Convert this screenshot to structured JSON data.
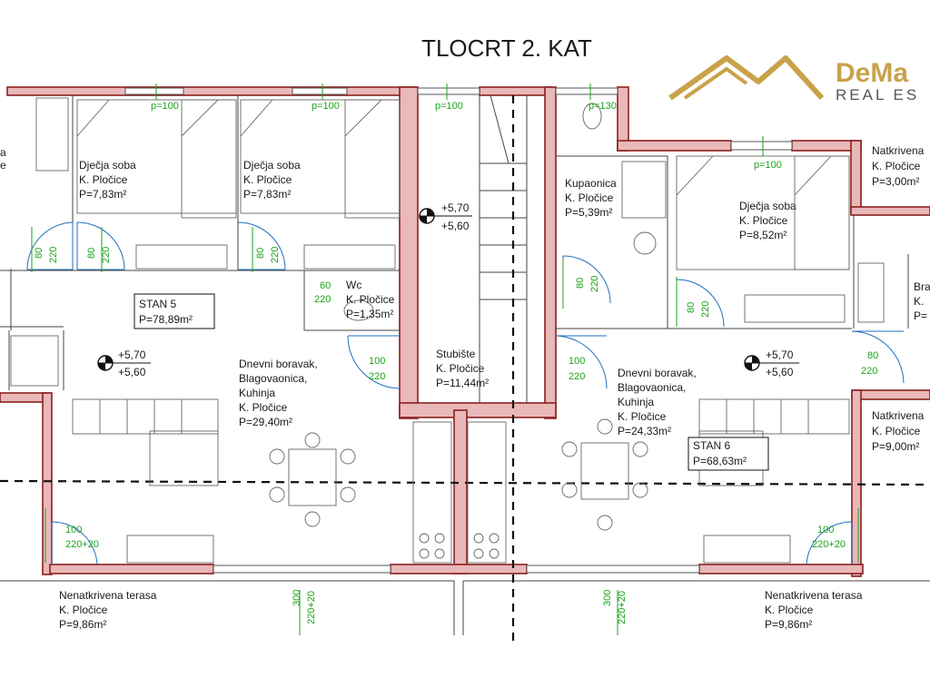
{
  "title": "TLOCRT 2. KAT",
  "logo": {
    "brand": "DeMa",
    "tagline": "REAL ES"
  },
  "colors": {
    "wall_fill": "#e9b8b8",
    "wall_stroke": "#8a1f1f",
    "dimension": "#1aa31a",
    "logo": "#c9a24a"
  },
  "apartments": [
    {
      "id": "stan5",
      "name": "STAN 5",
      "area": "P=78,89m²"
    },
    {
      "id": "stan6",
      "name": "STAN 6",
      "area": "P=68,63m²"
    }
  ],
  "rooms": [
    {
      "id": "left-edge-room",
      "lines": [
        "a",
        "e"
      ]
    },
    {
      "id": "djecja-soba-1",
      "lines": [
        "Dječja soba",
        "K. Pločice",
        "P=7,83m²"
      ]
    },
    {
      "id": "djecja-soba-2",
      "lines": [
        "Dječja soba",
        "K. Pločice",
        "P=7,83m²"
      ]
    },
    {
      "id": "wc",
      "lines": [
        "Wc",
        "K. Pločice",
        "P=1,35m²"
      ]
    },
    {
      "id": "dnevni-boravak-5",
      "lines": [
        "Dnevni boravak,",
        "Blagovaonica,",
        "Kuhinja",
        "K. Pločice",
        "P=29,40m²"
      ]
    },
    {
      "id": "stubiste",
      "lines": [
        "Stubište",
        "K. Pločice",
        "P=11,44m²"
      ]
    },
    {
      "id": "kupaonica",
      "lines": [
        "Kupaonica",
        "K. Pločice",
        "P=5,39m²"
      ]
    },
    {
      "id": "djecja-soba-3",
      "lines": [
        "Dječja soba",
        "K. Pločice",
        "P=8,52m²"
      ]
    },
    {
      "id": "natkrivena-1",
      "lines": [
        "Natkrivena",
        "K. Pločice",
        "P=3,00m²"
      ]
    },
    {
      "id": "bra",
      "lines": [
        "Bra",
        "K.",
        "P="
      ]
    },
    {
      "id": "dnevni-boravak-6",
      "lines": [
        "Dnevni boravak,",
        "Blagovaonica,",
        "Kuhinja",
        "K. Pločice",
        "P=24,33m²"
      ]
    },
    {
      "id": "natkrivena-2",
      "lines": [
        "Natkrivena",
        "K. Pločice",
        "P=9,00m²"
      ]
    },
    {
      "id": "terasa-left",
      "lines": [
        "Nenatkrivena terasa",
        "K. Pločice",
        "P=9,86m²"
      ]
    },
    {
      "id": "terasa-right",
      "lines": [
        "Nenatkrivena terasa",
        "K. Pločice",
        "P=9,86m²"
      ]
    }
  ],
  "levels": [
    {
      "id": "lvl-stair",
      "top": "+5,70",
      "bottom": "+5,60"
    },
    {
      "id": "lvl-stan5",
      "top": "+5,70",
      "bottom": "+5,60"
    },
    {
      "id": "lvl-stan6",
      "top": "+5,70",
      "bottom": "+5,60"
    }
  ],
  "dimensions": [
    {
      "id": "p100-a",
      "text": "p=100"
    },
    {
      "id": "p100-b",
      "text": "p=100"
    },
    {
      "id": "p100-c",
      "text": "p=100"
    },
    {
      "id": "p130",
      "text": "p=130"
    },
    {
      "id": "p100-d",
      "text": "p=100"
    },
    {
      "id": "d80-1",
      "text": "80"
    },
    {
      "id": "d220-1",
      "text": "220"
    },
    {
      "id": "d80-2",
      "text": "80"
    },
    {
      "id": "d220-2",
      "text": "220"
    },
    {
      "id": "d80-3",
      "text": "80"
    },
    {
      "id": "d220-3",
      "text": "220"
    },
    {
      "id": "d60",
      "text": "60"
    },
    {
      "id": "d220-wc",
      "text": "220"
    },
    {
      "id": "d100-a",
      "text": "100"
    },
    {
      "id": "d220-a",
      "text": "220"
    },
    {
      "id": "d100-b",
      "text": "100"
    },
    {
      "id": "d220-b",
      "text": "220"
    },
    {
      "id": "d80-4",
      "text": "80"
    },
    {
      "id": "d220-4",
      "text": "220"
    },
    {
      "id": "d80-5",
      "text": "80"
    },
    {
      "id": "d220-5",
      "text": "220"
    },
    {
      "id": "d80-6",
      "text": "80"
    },
    {
      "id": "d220-6",
      "text": "220"
    },
    {
      "id": "d100-c",
      "text": "100"
    },
    {
      "id": "d220p20-c",
      "text": "220+20"
    },
    {
      "id": "d100-d",
      "text": "100"
    },
    {
      "id": "d220p20-d",
      "text": "220+20"
    },
    {
      "id": "d300-a",
      "text": "300"
    },
    {
      "id": "d220p20-e",
      "text": "220+20"
    },
    {
      "id": "d300-b",
      "text": "300"
    },
    {
      "id": "d220p20-f",
      "text": "220+20"
    }
  ]
}
